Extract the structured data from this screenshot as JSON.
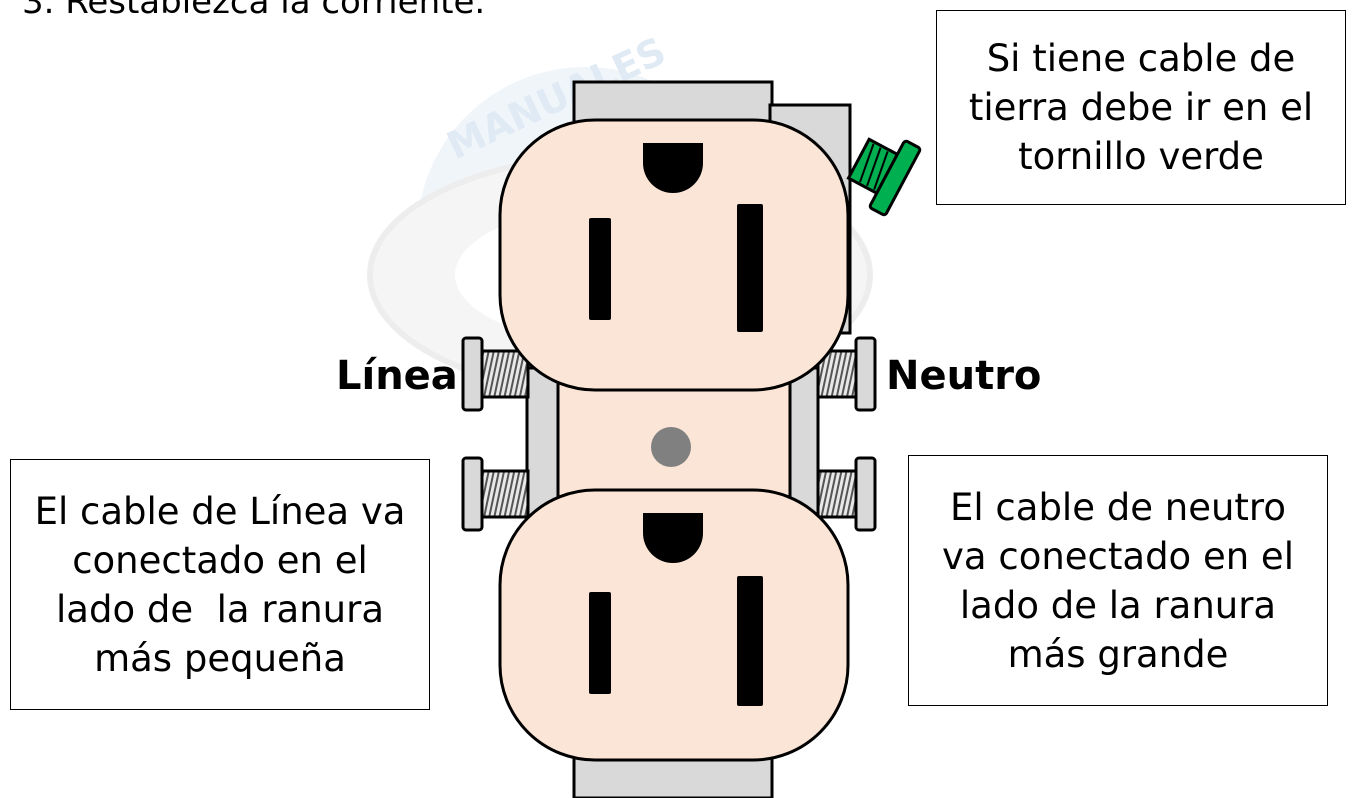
{
  "step_text": "3.  Restablezca la corriente.",
  "labels": {
    "line": "Línea",
    "neutral": "Neutro"
  },
  "callouts": {
    "ground": [
      "Si tiene cable de",
      "tierra debe ir en el",
      "tornillo verde"
    ],
    "line": [
      "El cable de Línea va",
      "conectado en el",
      "lado de  la ranura",
      "más pequeña"
    ],
    "neutral": [
      "El cable de neutro",
      "va conectado en el",
      "lado de la ranura",
      "más grande"
    ]
  },
  "watermark_text": "MANUALES",
  "colors": {
    "receptacle_face": "#fbe5d6",
    "strap_metal": "#d9d9d9",
    "ground_screw": "#00b050",
    "center_screw": "#808080",
    "slot": "#000000",
    "watermark": "#dbe7f3"
  }
}
